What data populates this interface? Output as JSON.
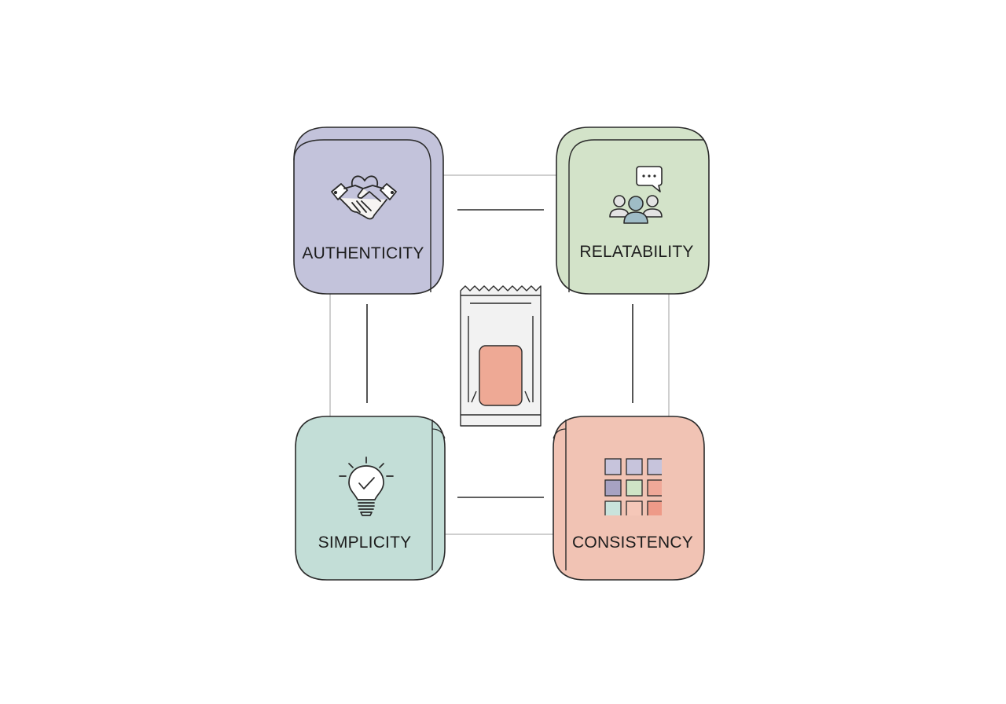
{
  "colors": {
    "authenticity": "#c3c3db",
    "relatability": "#d3e3c9",
    "simplicity": "#c3ded7",
    "consistency": "#f1c3b4",
    "stroke": "#2a2a2a",
    "connector_light": "#cfcfcf",
    "package_window": "#eea995"
  },
  "cards": {
    "authenticity": {
      "label": "AUTHENTICITY",
      "icon": "handshake-heart-icon"
    },
    "relatability": {
      "label": "RELATABILITY",
      "icon": "people-chat-icon"
    },
    "simplicity": {
      "label": "SIMPLICITY",
      "icon": "lightbulb-check-icon"
    },
    "consistency": {
      "label": "CONSISTENCY",
      "icon": "color-grid-icon"
    }
  },
  "center": {
    "icon": "snack-package-icon"
  },
  "grid_swatches": [
    "#c7c4dc",
    "#c7c4dc",
    "#c7c4dc",
    "#a7a2c2",
    "#cfe4c6",
    "#f0a898",
    "#c9e3dc",
    "#f5c7b8",
    "#ee9a88"
  ]
}
